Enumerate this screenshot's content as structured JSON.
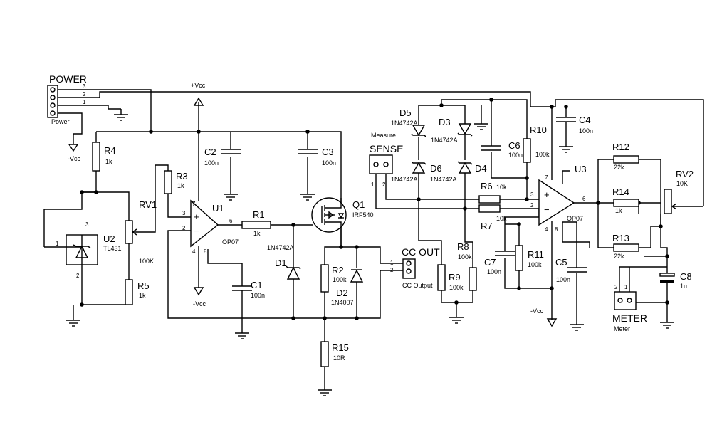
{
  "refs": {
    "power": "POWER",
    "power_val": "Power",
    "neg_vcc": "-Vcc",
    "pos_vcc": "+Vcc",
    "r4": "R4",
    "r4_val": "1k",
    "u2": "U2",
    "u2_val": "TL431",
    "rv1": "RV1",
    "rv1_val": "100K",
    "r5": "R5",
    "r5_val": "1k",
    "r3": "R3",
    "r3_val": "1k",
    "c2": "C2",
    "c2_val": "100n",
    "c3": "C3",
    "c3_val": "100n",
    "u1": "U1",
    "u1_val": "OP07",
    "r1": "R1",
    "r1_val": "1k",
    "d1": "D1",
    "d1_val": "1N4742A",
    "c1": "C1",
    "c1_val": "100n",
    "q1": "Q1",
    "q1_val": "IRF540",
    "r2": "R2",
    "r2_val": "100k",
    "d2": "D2",
    "d2_val": "1N4007",
    "r15": "R15",
    "r15_val": "10R",
    "cc_out": "CC OUT",
    "cc_out_val": "CC Output",
    "sense": "SENSE",
    "sense_val": "Measure",
    "d5": "D5",
    "d5_val": "1N4742A",
    "d3": "D3",
    "d3_val": "1N4742A",
    "d6": "D6",
    "d6_val": "1N4742A",
    "d4": "D4",
    "d4_val": "1N4742A",
    "c6": "C6",
    "c6_val": "100n",
    "r10": "R10",
    "r10_val": "100k",
    "r6": "R6",
    "r6_val": "10k",
    "r7": "R7",
    "r7_val": "10k",
    "r8": "R8",
    "r8_val": "100k",
    "r9": "R9",
    "r9_val": "100k",
    "c7": "C7",
    "c7_val": "100n",
    "r11": "R11",
    "r11_val": "100k",
    "c5": "C5",
    "c5_val": "100n",
    "c4": "C4",
    "c4_val": "100n",
    "u3": "U3",
    "u3_val": "OP07",
    "r12": "R12",
    "r12_val": "22k",
    "r14": "R14",
    "r14_val": "1k",
    "r13": "R13",
    "r13_val": "22k",
    "rv2": "RV2",
    "rv2_val": "10K",
    "c8": "C8",
    "c8_val": "1u",
    "meter": "METER",
    "meter_val": "Meter"
  },
  "pins": {
    "p1": "1",
    "p2": "2",
    "p3": "3",
    "p4": "4",
    "p6": "6",
    "p7": "7",
    "p8": "8",
    "plus": "+",
    "minus": "−"
  }
}
